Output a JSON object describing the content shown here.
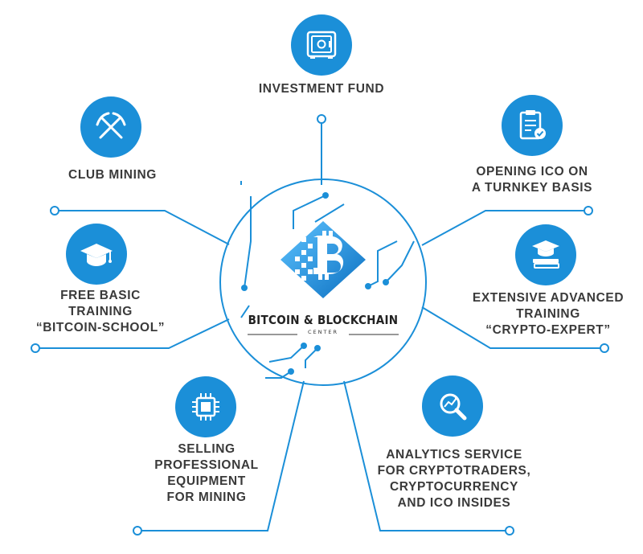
{
  "center": {
    "title": "BITCOIN & BLOCKCHAIN",
    "subtitle": "CENTER"
  },
  "items": [
    {
      "id": "investment-fund",
      "icon": "safe-icon",
      "lines": [
        "INVESTMENT FUND"
      ]
    },
    {
      "id": "club-mining",
      "icon": "pickaxes-icon",
      "lines": [
        "CLUB MINING"
      ]
    },
    {
      "id": "opening-ico",
      "icon": "clipboard-check-icon",
      "lines": [
        "OPENING ICO ON",
        "A TURNKEY BASIS"
      ]
    },
    {
      "id": "free-basic-training",
      "icon": "graduation-cap-icon",
      "lines": [
        "FREE BASIC",
        "TRAINING",
        "“BITCOIN-SCHOOL”"
      ]
    },
    {
      "id": "extensive-advanced-training",
      "icon": "cap-on-books-icon",
      "lines": [
        "EXTENSIVE ADVANCED",
        "TRAINING",
        "“CRYPTO-EXPERT”"
      ]
    },
    {
      "id": "selling-equipment",
      "icon": "chip-icon",
      "lines": [
        "SELLING",
        "PROFESSIONAL",
        "EQUIPMENT",
        "FOR MINING"
      ]
    },
    {
      "id": "analytics-service",
      "icon": "magnifier-chart-icon",
      "lines": [
        "ANALYTICS SERVICE",
        "FOR CRYPTOTRADERS,",
        "CRYPTOCURRENCY",
        "AND ICO INSIDES"
      ]
    }
  ],
  "colors": {
    "accent": "#1b8fd8",
    "text": "#3a3a3a"
  }
}
